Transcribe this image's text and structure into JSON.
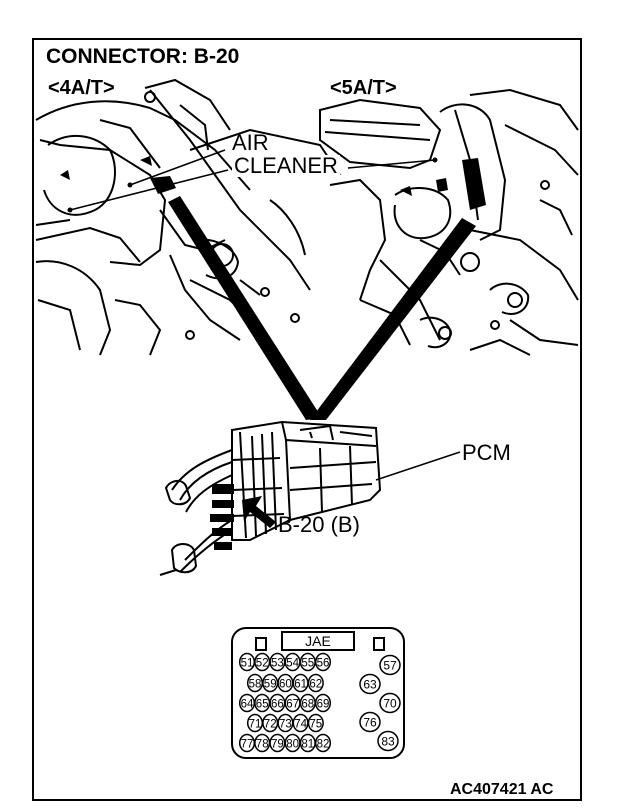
{
  "title": "CONNECTOR: B-20",
  "variant_left": "<4A/T>",
  "variant_right": "<5A/T>",
  "callouts": {
    "air_line1": "AIR",
    "air_line2": "CLEANER",
    "pcm": "PCM",
    "connector_ref": "B-20 (B)"
  },
  "connector": {
    "brand": "JAE",
    "rows": [
      [
        "51",
        "52",
        "53",
        "54",
        "55",
        "56"
      ],
      [
        "58",
        "59",
        "60",
        "61",
        "62"
      ],
      [
        "64",
        "65",
        "66",
        "67",
        "68",
        "69"
      ],
      [
        "71",
        "72",
        "73",
        "74",
        "75"
      ],
      [
        "77",
        "78",
        "79",
        "80",
        "81",
        "82"
      ]
    ],
    "right_pins": [
      "57",
      "63",
      "70",
      "76",
      "83"
    ]
  },
  "figure_code": "AC407421 AC",
  "colors": {
    "ink": "#000000",
    "paper": "#ffffff"
  }
}
